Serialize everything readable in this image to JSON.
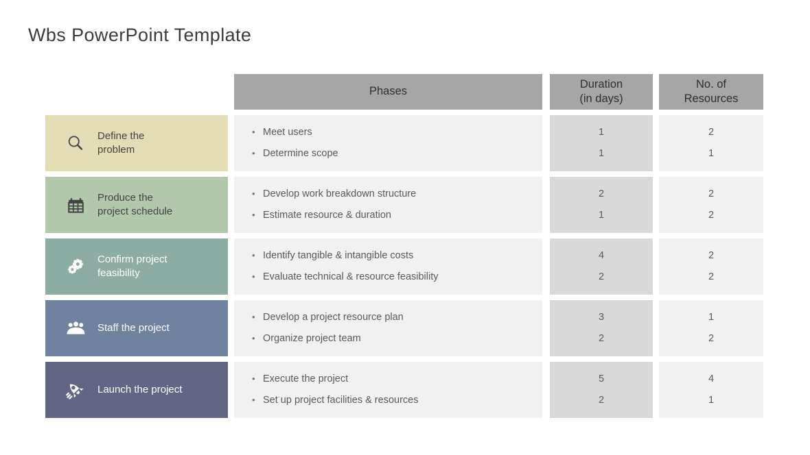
{
  "page": {
    "title": "Wbs PowerPoint Template",
    "background": "#ffffff"
  },
  "table": {
    "headers": {
      "label_col": "",
      "phases": "Phases",
      "duration_line1": "Duration",
      "duration_line2": "(in days)",
      "resources_line1": "No. of",
      "resources_line2": "Resources"
    },
    "header_style": {
      "background": "#a6a6a6",
      "text_color": "#2e2e2e"
    },
    "column_styles": {
      "duration_background": "#d9d9d9",
      "resources_background": "#f1f1f1",
      "phases_background": "#f1f1f1"
    },
    "rows": [
      {
        "phase_label": "Define the\nproblem",
        "icon": "magnifier-icon",
        "panel_color": "#e3dcb4",
        "text_color": "#434343",
        "bullets": [
          "Meet users",
          "Determine scope"
        ],
        "duration": [
          "1",
          "1"
        ],
        "resources": [
          "2",
          "1"
        ]
      },
      {
        "phase_label": "Produce the\nproject schedule",
        "icon": "calendar-icon",
        "panel_color": "#b2c8ab",
        "text_color": "#434343",
        "bullets": [
          "Develop work breakdown structure",
          "Estimate resource & duration"
        ],
        "duration": [
          "2",
          "1"
        ],
        "resources": [
          "2",
          "2"
        ]
      },
      {
        "phase_label": "Confirm project\nfeasibility",
        "icon": "gears-icon",
        "panel_color": "#8dada4",
        "text_color": "#ffffff",
        "bullets": [
          "Identify tangible & intangible costs",
          "Evaluate technical & resource feasibility"
        ],
        "duration": [
          "4",
          "2"
        ],
        "resources": [
          "2",
          "2"
        ]
      },
      {
        "phase_label": "Staff the project",
        "icon": "people-group-icon",
        "panel_color": "#6f82a0",
        "text_color": "#ffffff",
        "bullets": [
          "Develop a project resource plan",
          "Organize project team"
        ],
        "duration": [
          "3",
          "2"
        ],
        "resources": [
          "1",
          "2"
        ]
      },
      {
        "phase_label": "Launch the project",
        "icon": "rocket-icon",
        "panel_color": "#626684",
        "text_color": "#ffffff",
        "bullets": [
          "Execute the project",
          "Set up project facilities & resources"
        ],
        "duration": [
          "5",
          "2"
        ],
        "resources": [
          "4",
          "1"
        ]
      }
    ]
  },
  "bullet_glyph": "•"
}
